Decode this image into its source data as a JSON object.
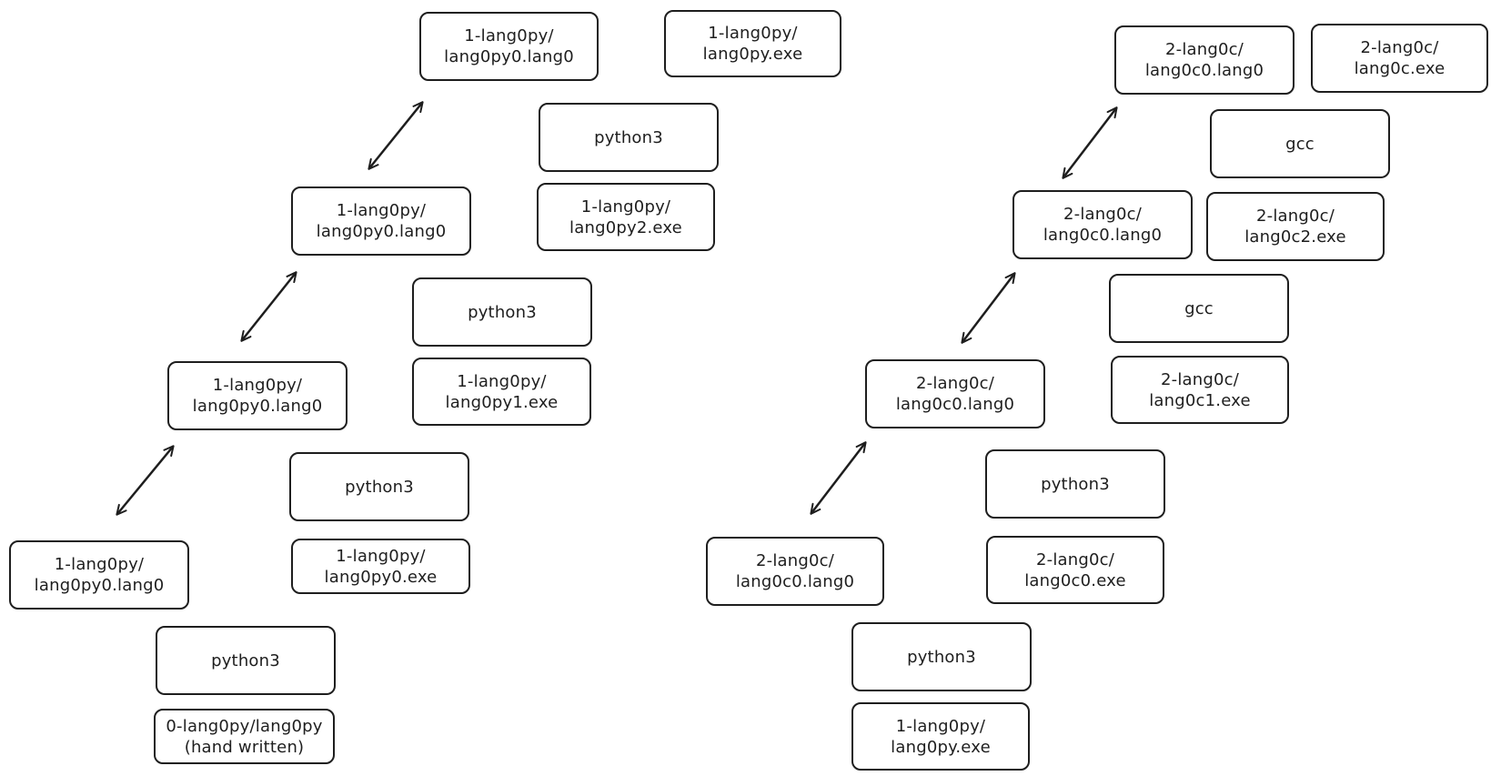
{
  "left_pipeline": {
    "top_output": {
      "line1": "1-lang0py/",
      "line2": "lang0py.exe"
    },
    "stages": [
      {
        "source": {
          "line1": "1-lang0py/",
          "line2": "lang0py0.lang0"
        },
        "compiler": "python3",
        "binary": {
          "line1": "1-lang0py/",
          "line2": "lang0py2.exe"
        }
      },
      {
        "source": {
          "line1": "1-lang0py/",
          "line2": "lang0py0.lang0"
        },
        "compiler": "python3",
        "binary": {
          "line1": "1-lang0py/",
          "line2": "lang0py1.exe"
        }
      },
      {
        "source": {
          "line1": "1-lang0py/",
          "line2": "lang0py0.lang0"
        },
        "compiler": "python3",
        "binary": {
          "line1": "1-lang0py/",
          "line2": "lang0py0.exe"
        }
      },
      {
        "source": {
          "line1": "1-lang0py/",
          "line2": "lang0py0.lang0"
        },
        "compiler": "python3",
        "binary": {
          "line1": "0-lang0py/lang0py",
          "line2": "(hand written)"
        }
      }
    ]
  },
  "right_pipeline": {
    "top_output": {
      "line1": "2-lang0c/",
      "line2": "lang0c.exe"
    },
    "stages": [
      {
        "source": {
          "line1": "2-lang0c/",
          "line2": "lang0c0.lang0"
        },
        "compiler": "gcc",
        "binary": {
          "line1": "2-lang0c/",
          "line2": "lang0c2.exe"
        }
      },
      {
        "source": {
          "line1": "2-lang0c/",
          "line2": "lang0c0.lang0"
        },
        "compiler": "gcc",
        "binary": {
          "line1": "2-lang0c/",
          "line2": "lang0c1.exe"
        }
      },
      {
        "source": {
          "line1": "2-lang0c/",
          "line2": "lang0c0.lang0"
        },
        "compiler": "python3",
        "binary": {
          "line1": "2-lang0c/",
          "line2": "lang0c0.exe"
        }
      },
      {
        "source": {
          "line1": "2-lang0c/",
          "line2": "lang0c0.lang0"
        },
        "compiler": "python3",
        "binary": {
          "line1": "1-lang0py/",
          "line2": "lang0py.exe"
        }
      }
    ]
  }
}
